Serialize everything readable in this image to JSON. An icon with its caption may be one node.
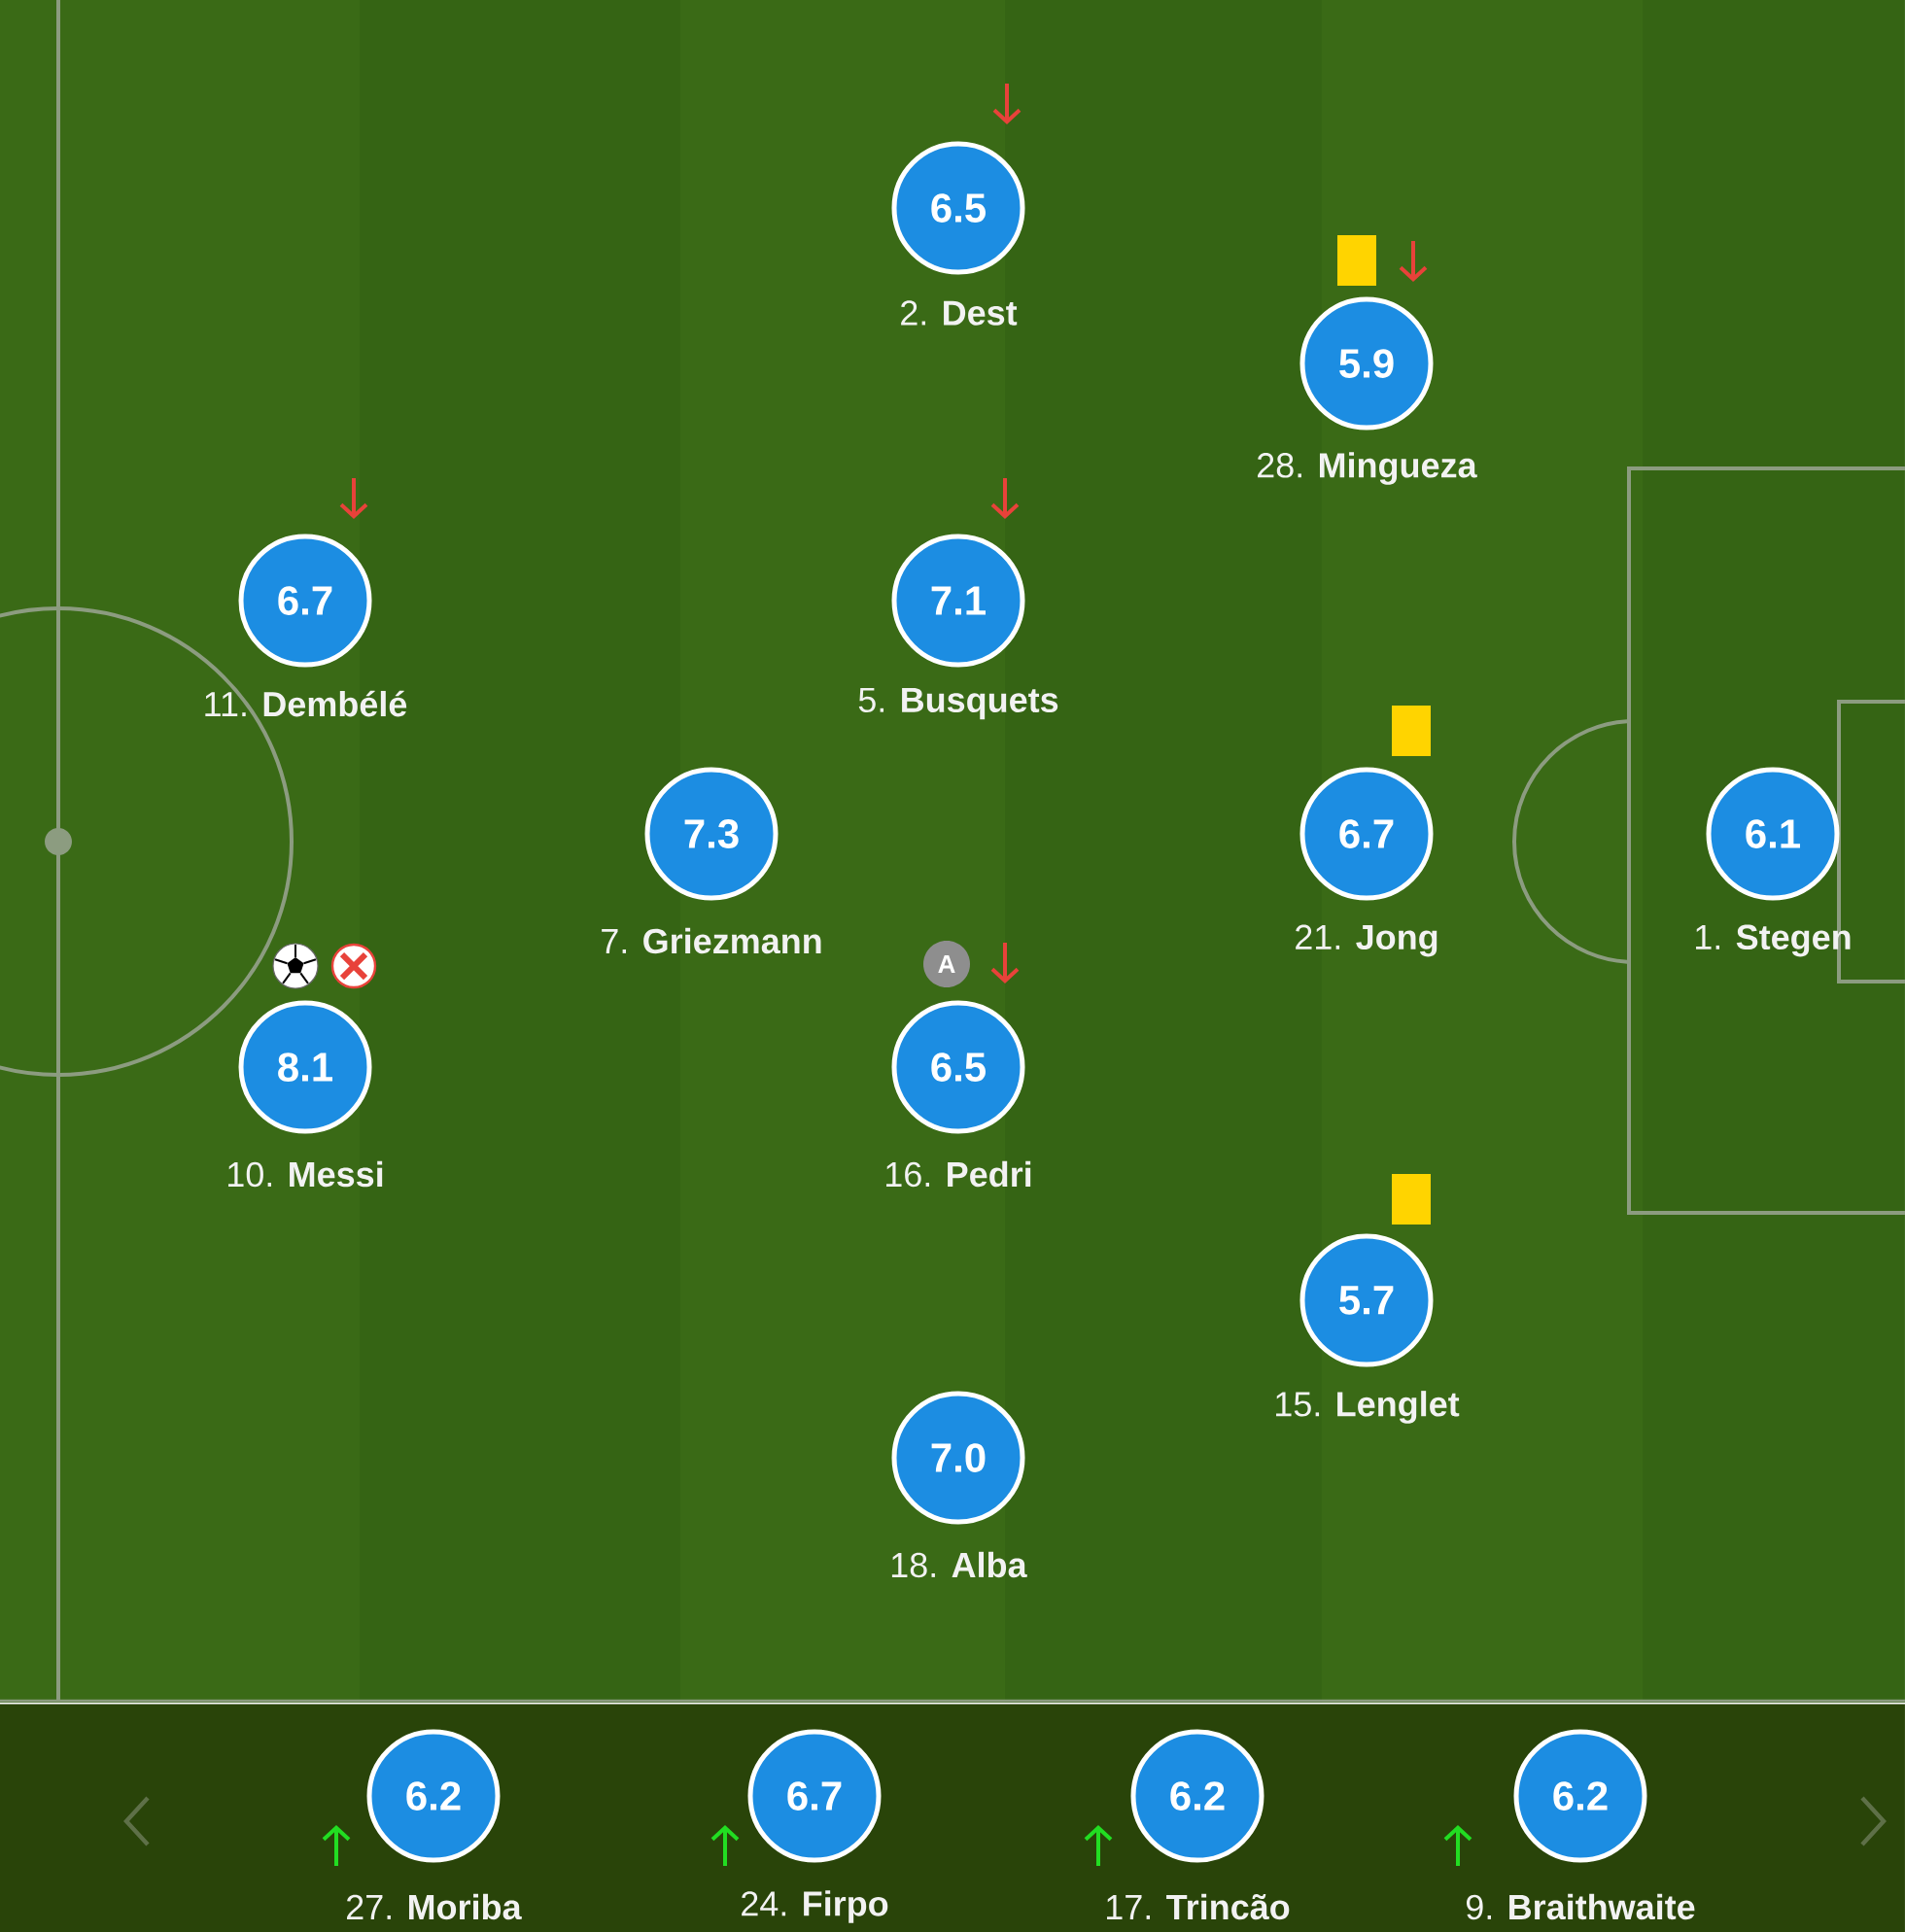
{
  "diagram": {
    "nodes": [
      {
        "text": [
          "6.5"
        ],
        "beside": [
          "2. **Dest**"
        ]
      },
      {
        "text": [
          "5.9"
        ],
        "beside": [
          "28. **Mingueza**"
        ]
      },
      {
        "text": [
          "6.7"
        ],
        "beside": [
          "11. **Dembélé**"
        ]
      },
      {
        "text": [
          "7.1"
        ],
        "beside": [
          "5. **Busquets**"
        ]
      },
      {
        "text": [
          "7.3"
        ],
        "beside": [
          "7. **Griezmann**"
        ]
      },
      {
        "text": [
          "6.7"
        ],
        "beside": [
          "21. **Jong**"
        ]
      },
      {
        "text": [
          "6.1"
        ],
        "beside": [
          "1. **Stegen**"
        ]
      },
      {
        "text": [
          "8.1"
        ],
        "beside": [
          "10. **Messi**"
        ]
      },
      {
        "text": [
          "6.5"
        ],
        "beside": [
          "16. **Pedri**"
        ]
      },
      {
        "text": [
          "5.7"
        ],
        "beside": [
          "15. **Lenglet**"
        ]
      },
      {
        "text": [
          "7.0"
        ],
        "beside": [
          "18. **Alba**"
        ]
      },
      {
        "text": [
          "6.2"
        ],
        "beside": [
          "27. **Moriba**"
        ]
      },
      {
        "text": [
          "6.7"
        ],
        "beside": [
          "24. **Firpo**"
        ]
      },
      {
        "text": [
          "6.2"
        ],
        "beside": [
          "17. **Trincão**"
        ]
      },
      {
        "text": [
          "6.2"
        ],
        "beside": [
          "9. **Braithwaite**"
        ]
      }
    ],
    "labels": [
      "A"
    ]
  }
}
